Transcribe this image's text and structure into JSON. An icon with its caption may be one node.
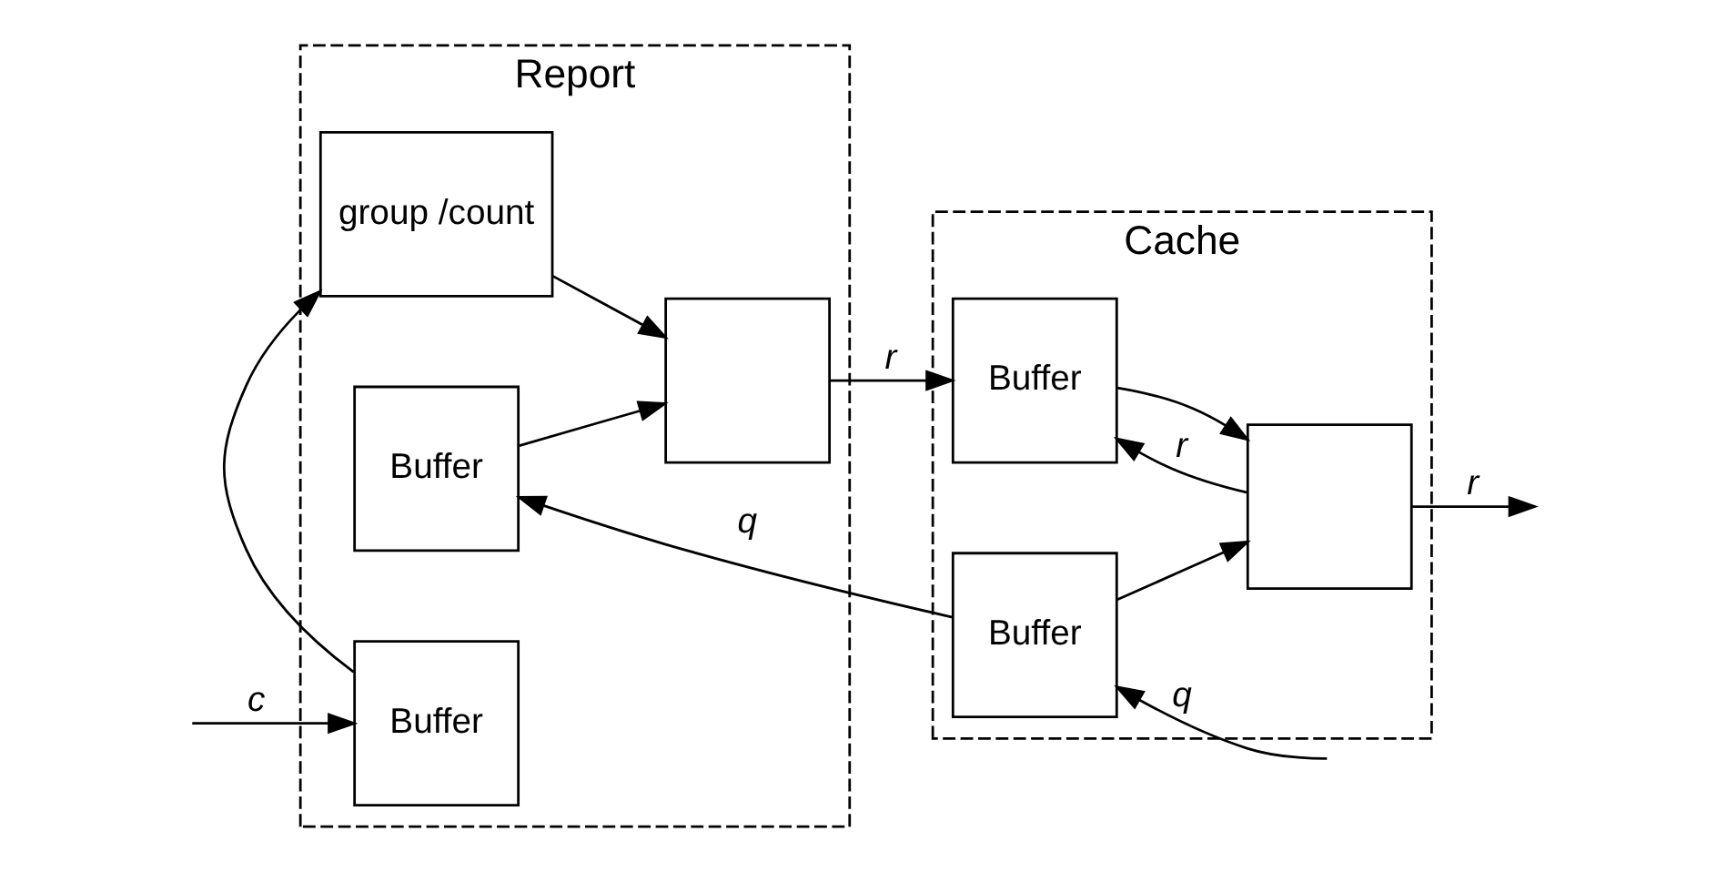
{
  "diagram": {
    "nodes": [
      {
        "text": [
          "Report"
        ]
      },
      {
        "text": [
          "group /count"
        ],
        "in": 0
      },
      {
        "text": [
          "Buffer"
        ],
        "in": 0
      },
      {
        "text": [
          "Buffer"
        ],
        "in": 0
      },
      {
        "text": [],
        "shape": "box",
        "in": 0
      },
      {
        "text": [
          "Cache"
        ]
      },
      {
        "text": [
          "Buffer"
        ],
        "in": 5
      },
      {
        "text": [
          "Buffer"
        ],
        "in": 5
      },
      {
        "text": [],
        "shape": "box",
        "in": 5
      }
    ],
    "edges": [
      {
        "from": null,
        "to": 3,
        "arrow": "to",
        "label": "c"
      },
      {
        "from": 3,
        "to": 1,
        "arrow": "to"
      },
      {
        "from": 1,
        "to": 4,
        "arrow": "to"
      },
      {
        "from": 2,
        "to": 4,
        "arrow": "to"
      },
      {
        "from": 4,
        "to": 7,
        "arrow": "to",
        "label": "r"
      },
      {
        "from": 6,
        "to": 2,
        "arrow": "to",
        "label": "q"
      },
      {
        "from": null,
        "to": 6,
        "arrow": "to",
        "label": "q"
      },
      {
        "from": 6,
        "to": 8,
        "arrow": "to"
      },
      {
        "from": 7,
        "to": 8,
        "arrow": "to"
      },
      {
        "from": 8,
        "to": null,
        "arrow": "to",
        "label": "r"
      },
      {
        "from": 8,
        "to": 7,
        "arrow": "to",
        "label": "r"
      }
    ]
  }
}
